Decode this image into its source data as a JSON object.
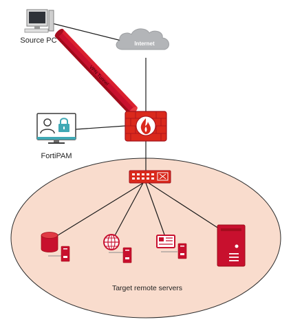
{
  "labels": {
    "source_pc": "Source PC",
    "internet": "Internet",
    "vpn_tunnel": "VPN Tunnel",
    "fortipam": "FortiPAM",
    "target_servers": "Target remote servers"
  },
  "colors": {
    "fortinet_red": "#da291c",
    "dark_red": "#b0141a",
    "ellipse_fill": "#f9dccd",
    "cloud": "#b3b5b8",
    "line": "#1a1a1a",
    "monitor_teal": "#3fa9b5"
  },
  "icons": [
    "desktop-pc-icon",
    "cloud-icon",
    "firewall-icon",
    "fortipam-monitor-icon",
    "network-switch-icon",
    "database-server-icon",
    "web-server-icon",
    "app-server-icon",
    "tower-server-icon"
  ]
}
